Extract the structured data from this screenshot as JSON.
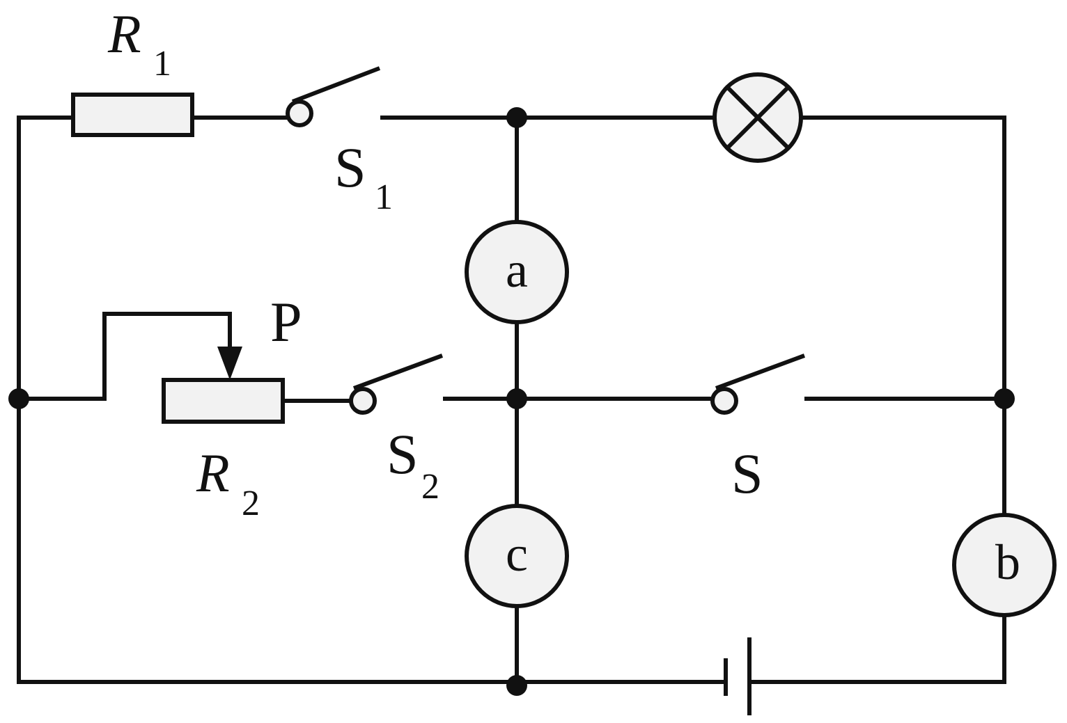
{
  "diagram": {
    "type": "circuit",
    "labels": {
      "r1": "R",
      "r1_sub": "1",
      "r2": "R",
      "r2_sub": "2",
      "slider": "P",
      "s1": "S",
      "s1_sub": "1",
      "s2": "S",
      "s2_sub": "2",
      "s": "S",
      "meter_a": "a",
      "meter_b": "b",
      "meter_c": "c"
    },
    "components": [
      {
        "id": "R1",
        "kind": "resistor"
      },
      {
        "id": "R2",
        "kind": "rheostat",
        "wiper": "P"
      },
      {
        "id": "S1",
        "kind": "switch",
        "state": "open"
      },
      {
        "id": "S2",
        "kind": "switch",
        "state": "open"
      },
      {
        "id": "S",
        "kind": "switch",
        "state": "open"
      },
      {
        "id": "lamp",
        "kind": "lamp"
      },
      {
        "id": "a",
        "kind": "meter"
      },
      {
        "id": "b",
        "kind": "meter"
      },
      {
        "id": "c",
        "kind": "meter"
      },
      {
        "id": "battery",
        "kind": "cell"
      }
    ],
    "colors": {
      "line": "#111111",
      "fill": "#f2f2f2"
    }
  }
}
